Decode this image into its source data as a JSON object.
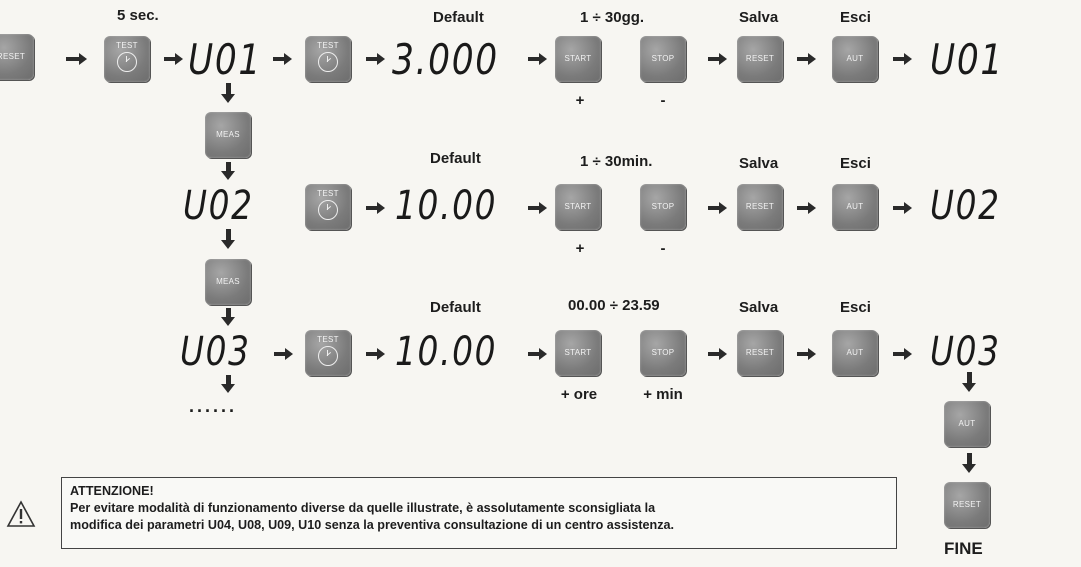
{
  "top_labels": {
    "five_sec": "5 sec."
  },
  "buttons": {
    "reset": "RESET",
    "test": "TEST",
    "meas": "MEAS",
    "start": "START",
    "stop": "STOP",
    "aut": "AUT"
  },
  "rows": [
    {
      "code": "U01",
      "default_label": "Default",
      "default_value": "3.000",
      "range": "1 ÷ 30gg.",
      "start_hint": "+",
      "stop_hint": "-",
      "save_label": "Salva",
      "exit_label": "Esci",
      "result": "U01"
    },
    {
      "code": "U02",
      "default_label": "Default",
      "default_value": "10.00",
      "range": "1 ÷ 30min.",
      "start_hint": "+",
      "stop_hint": "-",
      "save_label": "Salva",
      "exit_label": "Esci",
      "result": "U02"
    },
    {
      "code": "U03",
      "default_label": "Default",
      "default_value": "10.00",
      "range": "00.00 ÷ 23.59",
      "start_hint": "+ ore",
      "stop_hint": "+ min",
      "save_label": "Salva",
      "exit_label": "Esci",
      "result": "U03"
    }
  ],
  "continuation": "......",
  "warning": {
    "title": "ATTENZIONE!",
    "line1": "Per evitare modalità di funzionamento diverse da quelle illustrate, è assolutamente sconsigliata la",
    "line2": "modifica dei parametri U04, U08, U09, U10 senza la preventiva consultazione di un centro assistenza."
  },
  "end_label": "FINE"
}
